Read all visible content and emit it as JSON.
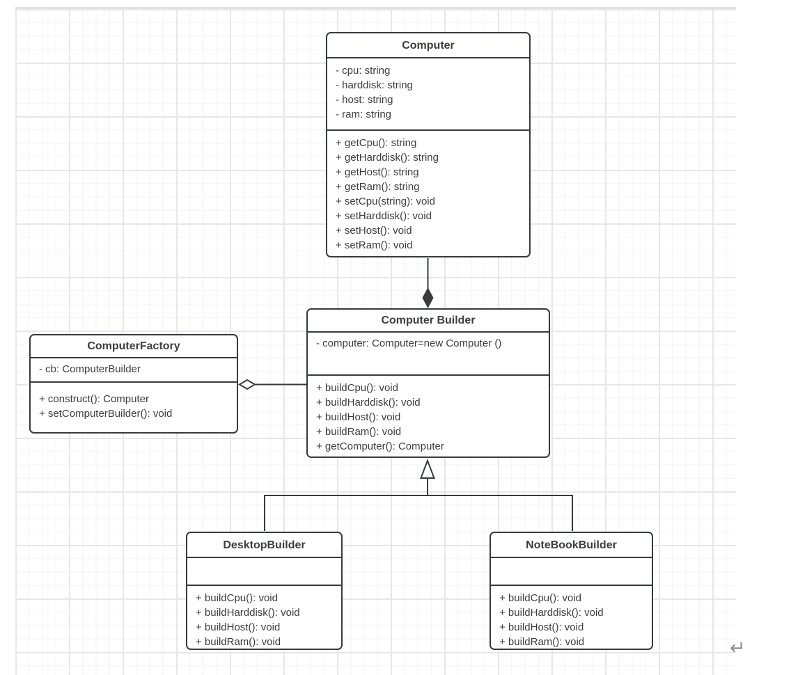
{
  "diagram": {
    "classes": [
      {
        "name": "computer",
        "title": "Computer",
        "attributes": [
          "- cpu: string",
          "- harddisk: string",
          "- host: string",
          "- ram: string"
        ],
        "methods": [
          "+ getCpu(): string",
          "+ getHarddisk(): string",
          "+ getHost(): string",
          "+ getRam(): string",
          "+ setCpu(string): void",
          "+ setHarddisk(): void",
          "+ setHost(): void",
          "+ setRam(): void"
        ]
      },
      {
        "name": "computer-builder",
        "title": "Computer Builder",
        "attributes": [
          "- computer: Computer=new Computer ()"
        ],
        "methods": [
          "+ buildCpu(): void",
          "+ buildHarddisk(): void",
          "+ buildHost(): void",
          "+ buildRam(): void",
          "+ getComputer(): Computer"
        ]
      },
      {
        "name": "computer-factory",
        "title": "ComputerFactory",
        "attributes": [
          "- cb: ComputerBuilder"
        ],
        "methods": [
          "+ construct(): Computer",
          "+ setComputerBuilder(): void"
        ]
      },
      {
        "name": "desktop-builder",
        "title": "DesktopBuilder",
        "attributes": [],
        "methods": [
          "+ buildCpu(): void",
          "+ buildHarddisk(): void",
          "+ buildHost(): void",
          "+ buildRam(): void"
        ]
      },
      {
        "name": "notebook-builder",
        "title": "NoteBookBuilder",
        "attributes": [],
        "methods": [
          "+ buildCpu(): void",
          "+ buildHarddisk(): void",
          "+ buildHost(): void",
          "+ buildRam(): void"
        ]
      }
    ],
    "relationships": [
      {
        "type": "composition",
        "from": "Computer Builder",
        "to": "Computer"
      },
      {
        "type": "aggregation",
        "from": "ComputerFactory",
        "to": "Computer Builder"
      },
      {
        "type": "generalization",
        "from": "DesktopBuilder",
        "to": "Computer Builder"
      },
      {
        "type": "generalization",
        "from": "NoteBookBuilder",
        "to": "Computer Builder"
      }
    ],
    "return_indicator": "↵"
  },
  "colors": {
    "stroke": "#383b3e",
    "text": "#3d3d3d",
    "grid_minor": "#f3f3f3",
    "grid_major": "#e7e7e7",
    "background": "#ffffff",
    "return_glyph": "#8d8d8d"
  }
}
